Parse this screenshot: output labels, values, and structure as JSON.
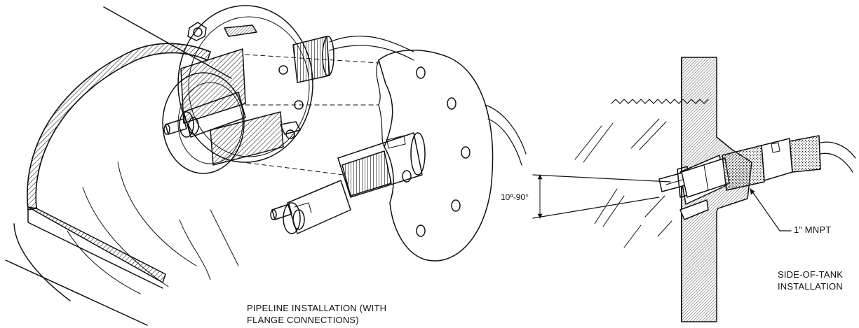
{
  "pipeline_view": {
    "caption_line1": "PIPELINE INSTALLATION (WITH",
    "caption_line2": "FLANGE CONNECTIONS)"
  },
  "tank_view": {
    "caption_line1": "SIDE-OF-TANK",
    "caption_line2": "INSTALLATION",
    "thread_label": "1” MNPT",
    "angle_label": "10º-90°"
  },
  "colors": {
    "ink": "#111111",
    "background": "#ffffff"
  }
}
